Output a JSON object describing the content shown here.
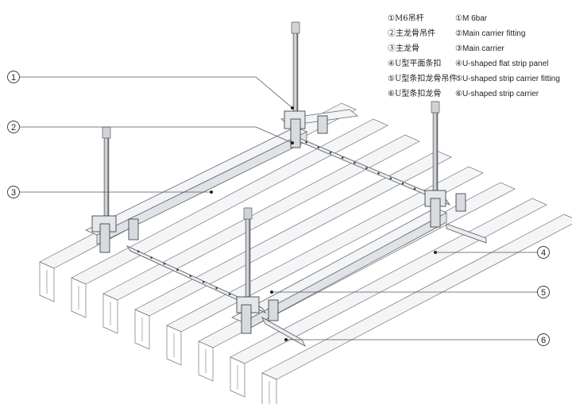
{
  "legend": {
    "cn": [
      "①M6吊杆",
      "②主龙骨吊件",
      "③主龙骨",
      "④U型平面条扣",
      "⑤U型条扣龙骨吊件",
      "⑥U型条扣龙骨"
    ],
    "en": [
      "①M 6bar",
      "②Main carrier fitting",
      "③Main carrier",
      "④U-shaped flat strip panel",
      "⑤U-shaped strip carrier fitting",
      "⑥U-shaped strip carrier"
    ]
  },
  "callouts": [
    "1",
    "2",
    "3",
    "4",
    "5",
    "6"
  ],
  "colors": {
    "panel_fill": "#f4f5f7",
    "panel_edge": "#6f7378",
    "carrier_fill": "#e9ecf1",
    "metal_dark": "#3b3f44",
    "leader": "#555555"
  }
}
